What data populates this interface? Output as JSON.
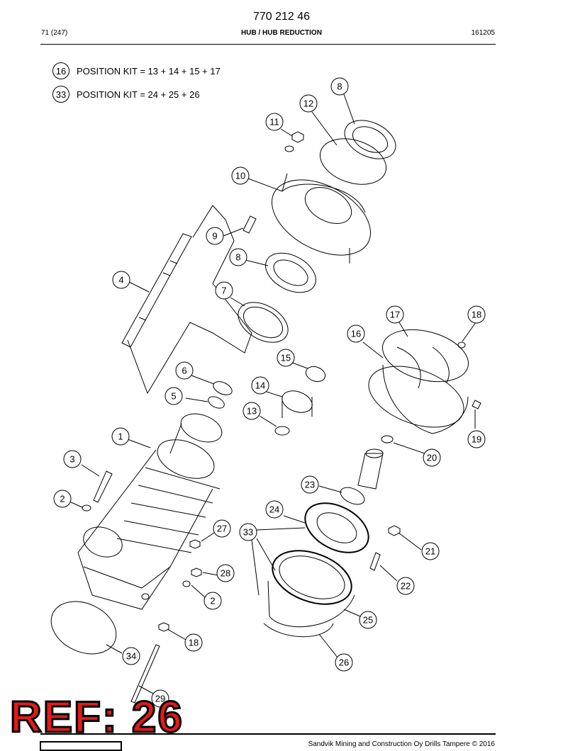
{
  "header": {
    "document_number": "770 212 46",
    "page": "71 (247)",
    "section": "HUB / HUB REDUCTION",
    "date": "161205"
  },
  "kits": [
    {
      "number": "16",
      "text": "POSITION KIT = 13 + 14 + 15 + 17"
    },
    {
      "number": "33",
      "text": "POSITION KIT = 24 + 25 + 26"
    }
  ],
  "callouts": [
    "8",
    "12",
    "11",
    "10",
    "9",
    "8",
    "7",
    "4",
    "17",
    "18",
    "16",
    "15",
    "6",
    "14",
    "5",
    "13",
    "1",
    "19",
    "20",
    "3",
    "23",
    "2",
    "24",
    "27",
    "33",
    "21",
    "28",
    "22",
    "2",
    "25",
    "18",
    "34",
    "26",
    "29"
  ],
  "stamp": "REF: 26",
  "footer": {
    "copyright": "Sandvik Mining and Construction Oy Drills Tampere © 2016"
  }
}
